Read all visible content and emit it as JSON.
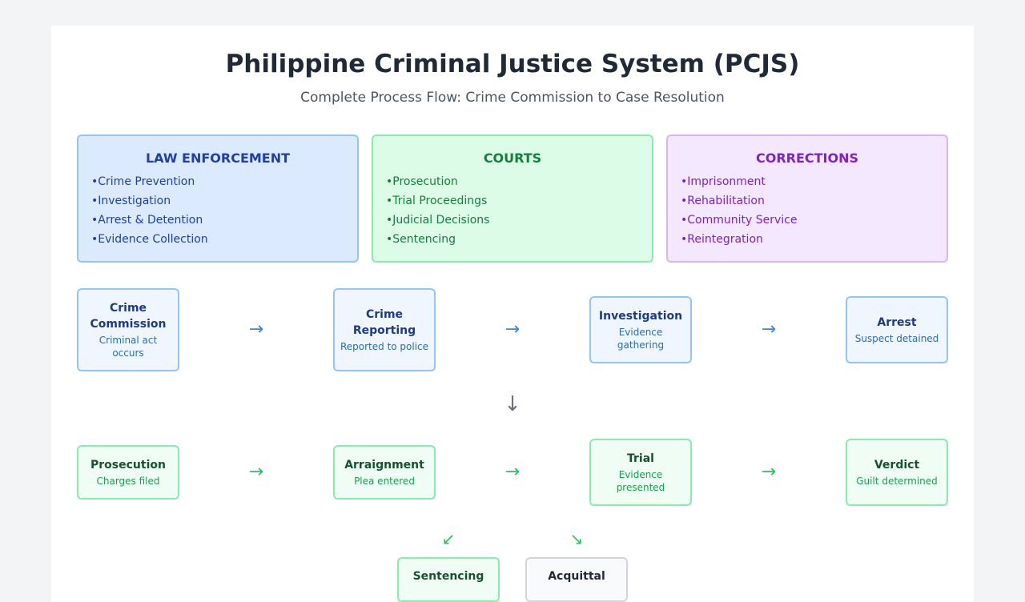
{
  "header": {
    "title": "Philippine Criminal Justice System (PCJS)",
    "subtitle": "Complete Process Flow: Crime Commission to Case Resolution"
  },
  "pillars": [
    {
      "title": "LAW ENFORCEMENT",
      "items": [
        "Crime Prevention",
        "Investigation",
        "Arrest & Detention",
        "Evidence Collection"
      ]
    },
    {
      "title": "COURTS",
      "items": [
        "Prosecution",
        "Trial Proceedings",
        "Judicial Decisions",
        "Sentencing"
      ]
    },
    {
      "title": "CORRECTIONS",
      "items": [
        "Imprisonment",
        "Rehabilitation",
        "Community Service",
        "Reintegration"
      ]
    }
  ],
  "flow": {
    "row1": [
      {
        "title": "Crime Commission",
        "desc": "Criminal act occurs"
      },
      {
        "title": "Crime Reporting",
        "desc": "Reported to police"
      },
      {
        "title": "Investigation",
        "desc": "Evidence gathering"
      },
      {
        "title": "Arrest",
        "desc": "Suspect detained"
      }
    ],
    "row2": [
      {
        "title": "Prosecution",
        "desc": "Charges filed"
      },
      {
        "title": "Arraignment",
        "desc": "Plea entered"
      },
      {
        "title": "Trial",
        "desc": "Evidence presented"
      },
      {
        "title": "Verdict",
        "desc": "Guilt determined"
      }
    ],
    "outcomes": [
      {
        "title": "Sentencing",
        "desc": ""
      },
      {
        "title": "Acquittal",
        "desc": ""
      }
    ],
    "arrow_glyphs": {
      "right": "→",
      "down": "↓",
      "down_left": "↙",
      "down_right": "↘"
    }
  },
  "colors": {
    "law_enforcement": "#3b82f6",
    "courts": "#22c55e",
    "corrections": "#a855f7"
  }
}
